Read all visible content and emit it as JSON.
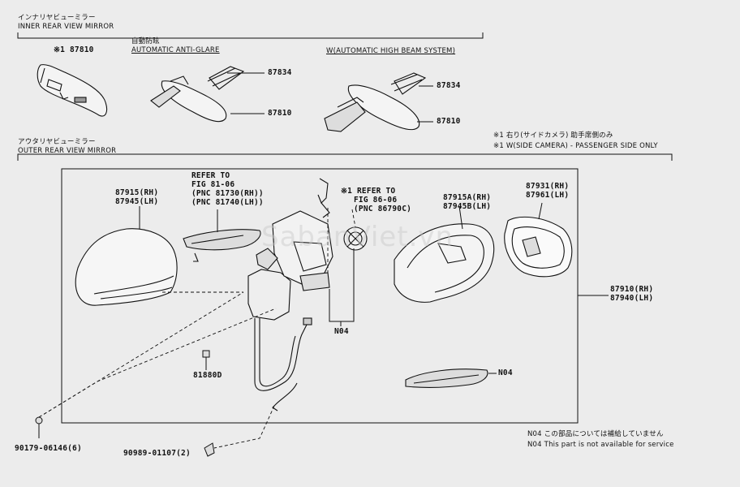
{
  "inner": {
    "title_jp": "インナリヤビューミラー",
    "title_en": "INNER REAR VIEW MIRROR",
    "anti_glare_jp": "自動防眩",
    "anti_glare_en": "AUTOMATIC ANTI-GLARE",
    "high_beam": "W(AUTOMATIC HIGH BEAM SYSTEM)",
    "p1": "※1 87810",
    "p2": "87834",
    "p3": "87810",
    "p4": "87834",
    "p5": "87810"
  },
  "outer": {
    "title_jp": "アウタリヤビューミラー",
    "title_en": "OUTER REAR VIEW MIRROR",
    "note1_jp": "※1 右り(サイドカメラ) 助手席側のみ",
    "note1_en": "※1 W(SIDE CAMERA) - PASSENGER SIDE ONLY",
    "refer1_l1": "REFER TO",
    "refer1_l2": "FIG 81-06",
    "refer1_l3": "(PNC 81730(RH))",
    "refer1_l4": "(PNC 81740(LH))",
    "refer2_l1": "※1 REFER TO",
    "refer2_l2": "FIG 86-06",
    "refer2_l3": "(PNC 86790C)",
    "cover_rh": "87915(RH)",
    "cover_lh": "87945(LH)",
    "housing_rh": "87915A(RH)",
    "housing_lh": "87945B(LH)",
    "glass_rh": "87931(RH)",
    "glass_lh": "87961(LH)",
    "assy_rh": "87910(RH)",
    "assy_lh": "87940(LH)",
    "n04a": "N04",
    "n04b": "N04",
    "clip": "81880D",
    "nut": "90179-06146(6)",
    "clamp": "90989-01107(2)",
    "footer_jp": "N04 この部品については補給していません",
    "footer_en": "N04 This part is not available for service"
  },
  "watermark": "SabanViet.vn"
}
